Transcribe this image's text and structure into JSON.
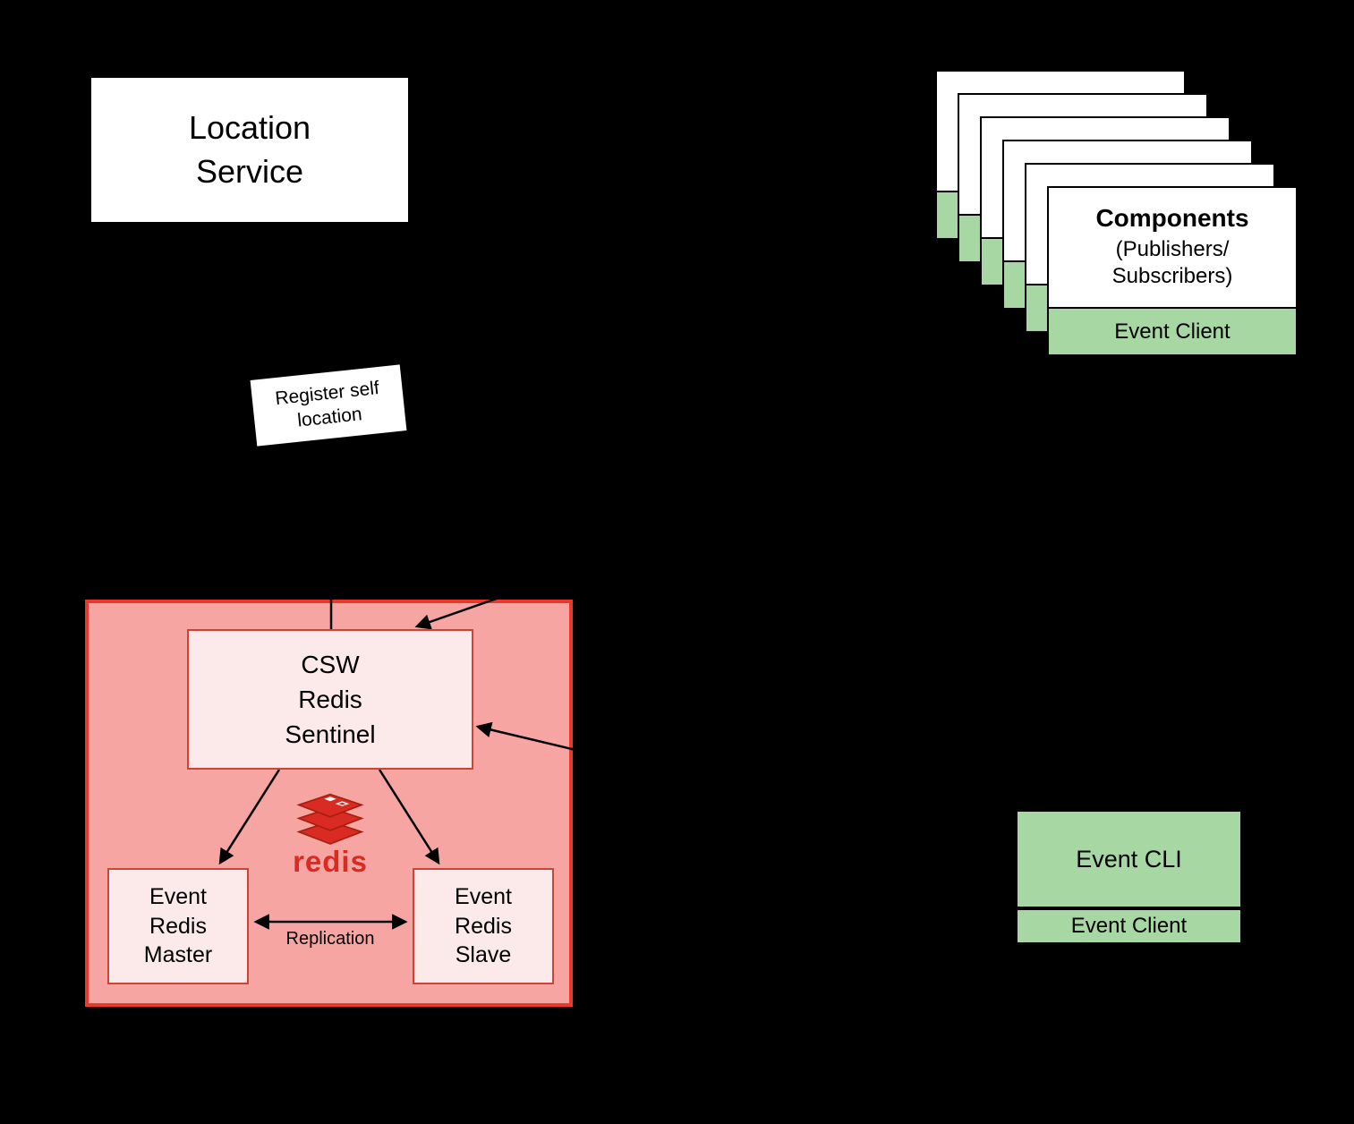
{
  "colors": {
    "background": "#000000",
    "card_green": "#a7d7a2",
    "pink_fill": "#f7a5a2",
    "pink_border": "#e8392a",
    "inner_box_fill": "#fceaea",
    "inner_box_border": "#cc4433",
    "redis_red": "#d92b21",
    "arrow": "#000000"
  },
  "location_service": {
    "label": "Location\nService"
  },
  "register_note": {
    "text": "Register self\nlocation"
  },
  "components_stack": {
    "front_title": "Components",
    "front_subtitle": "(Publishers/\nSubscribers)",
    "front_footer": "Event Client"
  },
  "redis_group": {
    "sentinel_label": "CSW\nRedis\nSentinel",
    "master_label": "Event\nRedis\nMaster",
    "slave_label": "Event\nRedis\nSlave",
    "replication_label": "Replication",
    "redis_wordmark": "redis"
  },
  "event_cli": {
    "title": "Event CLI",
    "footer": "Event Client"
  }
}
